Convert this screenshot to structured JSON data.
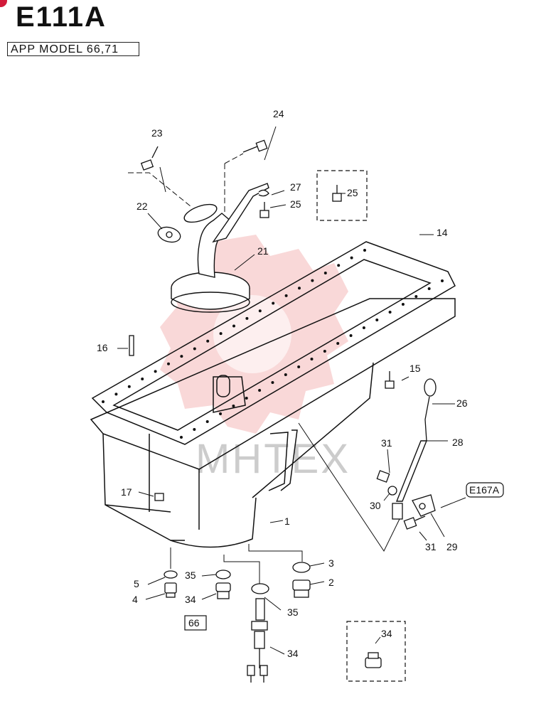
{
  "header": {
    "code": "E111A",
    "model_note": "APP MODEL 66,71"
  },
  "watermark": {
    "text": "MHTEX",
    "color": "#ef8f8f"
  },
  "references": {
    "e167a": "E167A",
    "model66": "66"
  },
  "callouts": {
    "c1": "1",
    "c2": "2",
    "c3": "3",
    "c4": "4",
    "c5": "5",
    "c14": "14",
    "c15": "15",
    "c16": "16",
    "c17": "17",
    "c21": "21",
    "c22": "22",
    "c23": "23",
    "c24": "24",
    "c25a": "25",
    "c25b": "25",
    "c26": "26",
    "c27": "27",
    "c28": "28",
    "c29": "29",
    "c30": "30",
    "c31a": "31",
    "c31b": "31",
    "c34a": "34",
    "c34b": "34",
    "c34c": "34",
    "c35a": "35",
    "c35b": "35"
  }
}
